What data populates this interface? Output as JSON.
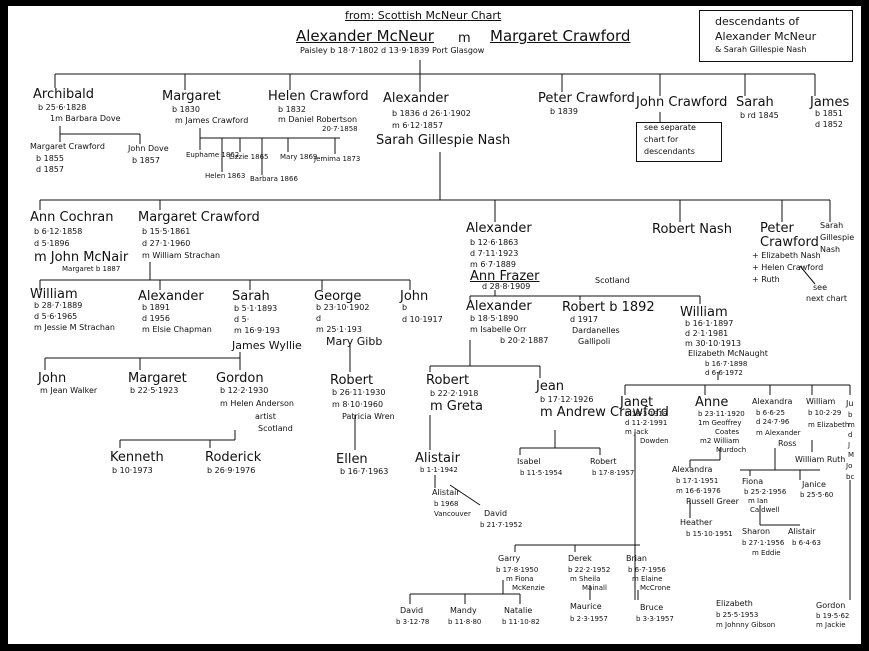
{
  "header": {
    "source": "from: Scottish McNeur Chart",
    "box_line1": "descendants of",
    "box_line2": "Alexander McNeur",
    "box_line3": "& Sarah Gillespie Nash"
  },
  "root": {
    "name_a": "Alexander McNeur",
    "marr": "m",
    "name_b": "Margaret Crawford",
    "details": "Paisley b 18·7·1802  d 13·9·1839 Port Glasgow"
  },
  "gen1": {
    "archibald": [
      "Archibald",
      "b 25·6·1828",
      "1m Barbara Dove"
    ],
    "margaret": [
      "Margaret",
      "b 1830",
      "m James Crawford"
    ],
    "helen": [
      "Helen Crawford",
      "b 1832",
      "m Daniel Robertson",
      "20·7·1858"
    ],
    "alexander": [
      "Alexander",
      "b 1836  d 26·1·1902",
      "m 6·12·1857",
      "Sarah Gillespie Nash"
    ],
    "peter": [
      "Peter Crawford",
      "b 1839"
    ],
    "john": [
      "John Crawford"
    ],
    "see_note": [
      "see separate",
      "chart for",
      "descendants"
    ],
    "sarah": [
      "Sarah",
      "b rd 1845"
    ],
    "james": [
      "James",
      "b 1851",
      "d 1852"
    ]
  },
  "archibald_kids": {
    "margaret": [
      "Margaret Crawford",
      "b 1855",
      "d 1857"
    ],
    "john": [
      "John Dove",
      "b 1857"
    ]
  },
  "margaret_kids": [
    "Euphame 1862",
    "Lizzie 1865",
    "Helen 1863",
    "Barbara 1866",
    "Mary 1869",
    "Jemima 1873"
  ],
  "gen2": {
    "ann": [
      "Ann Cochran",
      "b 6·12·1858",
      "d 5·1896",
      "m John McNair",
      "Margaret b 1887"
    ],
    "margaret": [
      "Margaret Crawford",
      "b 15·5·1861",
      "d 27·1·1960",
      "m William Strachan"
    ],
    "alexander": [
      "Alexander",
      "b 12·6·1863",
      "d 7·11·1923",
      "m 6·7·1889",
      "Ann Frazer",
      "d 28·8·1909",
      "Scotland"
    ],
    "robert": [
      "Robert Nash"
    ],
    "peter": [
      "Peter",
      "Crawford",
      "+ Elizabeth Nash",
      "+ Helen Crawford",
      "+ Ruth"
    ],
    "sarah": [
      "Sarah",
      "Gillespie",
      "Nash"
    ],
    "see_next": [
      "see",
      "next chart"
    ]
  },
  "gen3": {
    "william": [
      "William",
      "b 28·7·1889",
      "d 5·6·1965",
      "m Jessie M Strachan"
    ],
    "alexander": [
      "Alexander",
      "b 1891",
      "d 1956",
      "m Elsie Chapman"
    ],
    "sarah": [
      "Sarah",
      "b 5·1·1893",
      "d 5·",
      "m 16·9·193",
      "James Wyllie"
    ],
    "george": [
      "George",
      "b 23·10·1902",
      "d",
      "m 25·1·193",
      "Mary Gibb"
    ],
    "john": [
      "John",
      "b",
      "d 10·1917"
    ],
    "alex2": [
      "Alexander",
      "b 18·5·1890",
      "m Isabelle Orr",
      "b 20·2·1887"
    ],
    "robert": [
      "Robert b 1892",
      "d 1917",
      "Dardanelles",
      "Gallipoli"
    ],
    "william2": [
      "William",
      "b 16·1·1897",
      "d 2·1·1981",
      "m 30·10·1913",
      "Elizabeth McNaught",
      "b 16·7·1898",
      "d 6·6·1972"
    ]
  },
  "gen4": {
    "john": [
      "John",
      "m Jean Walker"
    ],
    "margaret": [
      "Margaret",
      "b 22·5·1923"
    ],
    "gordon": [
      "Gordon",
      "b 12·2·1930",
      "m Helen Anderson",
      "artist",
      "Scotland"
    ],
    "robert": [
      "Robert",
      "b 26·11·1930",
      "m 8·10·1960",
      "Patricia Wren"
    ],
    "robert2": [
      "Robert",
      "b 22·2·1918",
      "m Greta"
    ],
    "jean": [
      "Jean",
      "b 17·12·1926",
      "m Andrew Crawford"
    ],
    "janet": [
      "Janet",
      "b 18·3·1919",
      "d 11·2·1991",
      "m Jack",
      "Dowden"
    ],
    "anne": [
      "Anne",
      "b 23·11·1920",
      "1m Geoffrey",
      "Coates",
      "m2 William",
      "Murdoch"
    ],
    "alexandra": [
      "Alexandra",
      "b 6·6·25",
      "d 24·7·96",
      "m Alexander",
      "Ross"
    ],
    "william": [
      "William",
      "b 10·2·29",
      "m Elizabeth"
    ],
    "william_kids": "William  Ruth"
  },
  "gen5": {
    "kenneth": [
      "Kenneth",
      "b 10·1973"
    ],
    "roderick": [
      "Roderick",
      "b 26·9·1976"
    ],
    "ellen": [
      "Ellen",
      "b 16·7·1963"
    ],
    "alistair": [
      "Alistair",
      "b 1·1·1942"
    ],
    "alistair2": [
      "Alistair",
      "b 1968",
      "Vancouver"
    ],
    "david": [
      "David",
      "b 21·7·1952"
    ],
    "isabel": [
      "Isabel",
      "b 11·5·1954"
    ],
    "robert": [
      "Robert",
      "b 17·8·1957"
    ],
    "alexandra": [
      "Alexandra",
      "b 17·1·1951",
      "m 16·6·1976",
      "Russell Greer"
    ],
    "heather": [
      "Heather",
      "b 15·10·1951"
    ],
    "fiona": [
      "Fiona",
      "b 25·2·1956",
      "m Ian",
      "Caldwell"
    ],
    "janice": [
      "Janice",
      "b 25·5·60"
    ],
    "sharon": [
      "Sharon",
      "b 27·1·1956",
      "m Eddie"
    ],
    "alistair3": [
      "Alistair",
      "b 6·4·63"
    ]
  },
  "gen6": {
    "garry": [
      "Garry",
      "b 17·8·1950",
      "m Fiona",
      "McKenzie"
    ],
    "derek": [
      "Derek",
      "b 22·2·1952",
      "m Sheila",
      "Mainall"
    ],
    "brian": [
      "Brian",
      "b 6·7·1956",
      "m Elaine",
      "McCrone"
    ],
    "maurice": [
      "Maurice",
      "b 2·3·1957"
    ],
    "bruce": [
      "Bruce",
      "b 3·3·1957"
    ],
    "elizabeth": [
      "Elizabeth",
      "b 25·5·1953",
      "m Johnny Gibson"
    ],
    "gordon": [
      "Gordon",
      "b 19·5·62",
      "m Jackie"
    ]
  },
  "gen7": {
    "david": [
      "David",
      "b 3·12·78"
    ],
    "mandy": [
      "Mandy",
      "b 11·8·80"
    ],
    "natalie": [
      "Natalie",
      "b 11·10·82"
    ]
  },
  "edge_text": [
    "Ju",
    "b",
    "m",
    "d",
    "J",
    "M",
    "Jo",
    "bc"
  ]
}
